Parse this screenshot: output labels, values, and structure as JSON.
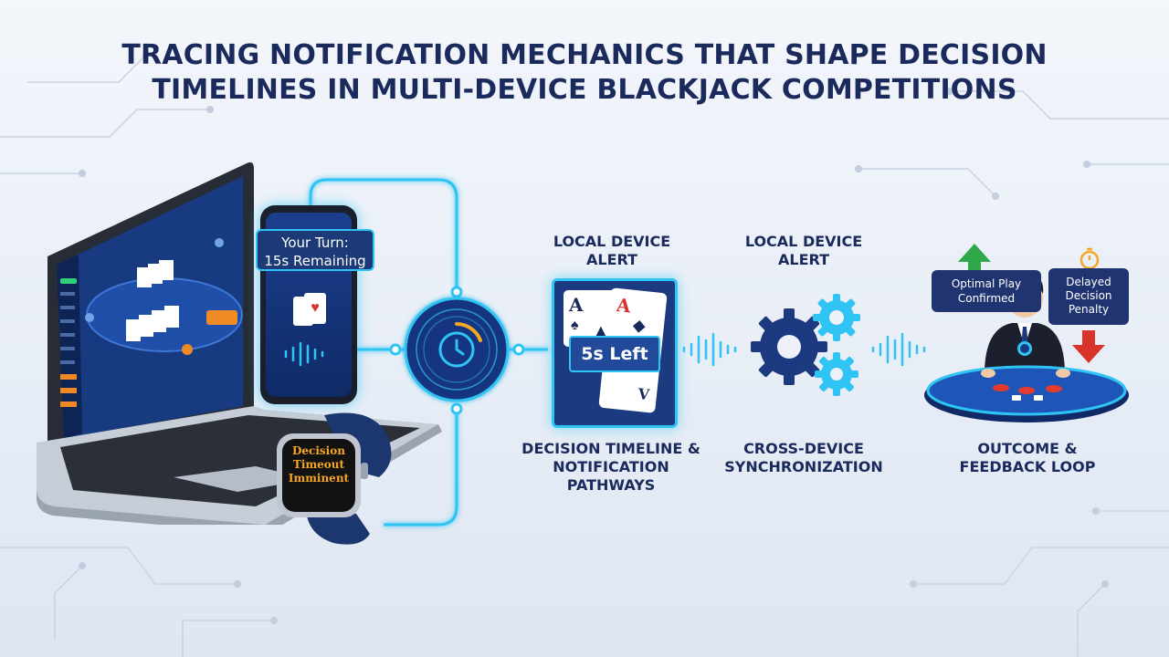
{
  "title": {
    "line1": "TRACING NOTIFICATION MECHANICS THAT SHAPE DECISION",
    "line2": "TIMELINES IN MULTI-DEVICE BLACKJACK COMPETITIONS"
  },
  "phone": {
    "notice_line1": "Your Turn:",
    "notice_line2": "15s Remaining"
  },
  "watch": {
    "line1": "Decision",
    "line2": "Timeout",
    "line3": "Imminent"
  },
  "alert_card": {
    "countdown": "5s Left",
    "card_rank_left": "A",
    "card_rank_right": "A",
    "card_rank_back": "V"
  },
  "stages": [
    {
      "heading_line1": "LOCAL DEVICE",
      "heading_line2": "ALERT",
      "caption_line1": "DECISION TIMELINE &",
      "caption_line2": "NOTIFICATION",
      "caption_line3": "PATHWAYS"
    },
    {
      "heading_line1": "LOCAL DEVICE",
      "heading_line2": "ALERT",
      "caption_line1": "CROSS-DEVICE",
      "caption_line2": "SYNCHRONIZATION"
    },
    {
      "caption_line1": "OUTCOME &",
      "caption_line2": "FEEDBACK LOOP"
    }
  ],
  "outcome": {
    "positive_line1": "Optimal Play",
    "positive_line2": "Confirmed",
    "negative_line1": "Delayed",
    "negative_line2": "Decision",
    "negative_line3": "Penalty"
  },
  "colors": {
    "navy": "#1b2a5c",
    "neon": "#2fc4f4",
    "accent_orange": "#f5a623",
    "up_green": "#2ea84a",
    "down_red": "#d9342b"
  },
  "icons": [
    "laptop-icon",
    "phone-icon",
    "smartwatch-icon",
    "clock-hub-icon",
    "gear-icon",
    "sound-wave-icon",
    "dealer-icon",
    "arrow-up-icon",
    "arrow-down-icon",
    "stopwatch-icon",
    "card-table-icon"
  ]
}
